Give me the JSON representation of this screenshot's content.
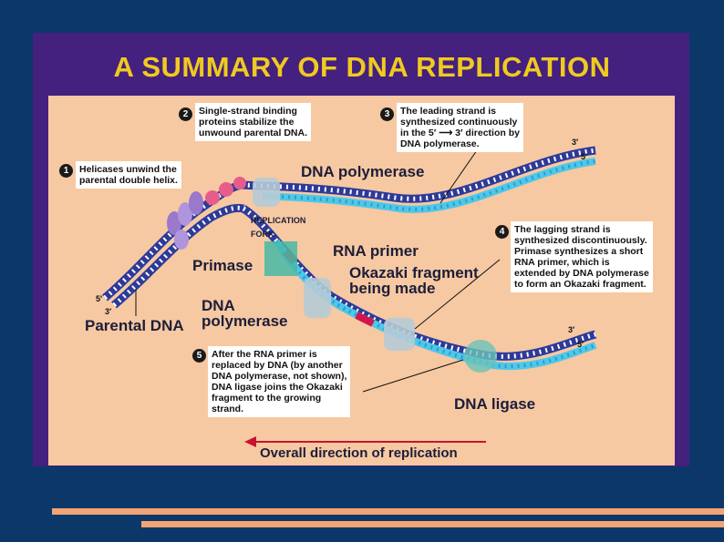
{
  "title": "A SUMMARY OF DNA REPLICATION",
  "colors": {
    "background": "#0b3868",
    "panel": "#44207f",
    "title": "#f0ca1e",
    "diagram_bg": "#f6c9a2",
    "parental_strand": "#2e3a9a",
    "new_strand": "#4fc7ea",
    "rna_primer": "#d2154b",
    "arrow": "#c8142f",
    "stripe": "#f2a475"
  },
  "steps": [
    {
      "number": "1",
      "text": "Helicases unwind the\nparental double helix."
    },
    {
      "number": "2",
      "text": "Single-strand binding\nproteins stabilize the\nunwound parental DNA."
    },
    {
      "number": "3",
      "text": "The leading strand is\nsynthesized continuously\nin the 5′ ⟶ 3′ direction by\nDNA polymerase."
    },
    {
      "number": "4",
      "text": "The lagging strand is\nsynthesized discontinuously.\nPrimase synthesizes a short\nRNA primer, which is\nextended by DNA polymerase\nto form an Okazaki fragment."
    },
    {
      "number": "5",
      "text": "After the RNA primer is\nreplaced by DNA (by another\nDNA polymerase, not shown),\nDNA ligase joins the Okazaki\nfragment to the growing\nstrand."
    }
  ],
  "labels": {
    "dna_polymerase_top": "DNA polymerase",
    "replication_fork": "Replication\nfork",
    "rna_primer": "RNA primer",
    "primase": "Primase",
    "okazaki": "Okazaki fragment\nbeing made",
    "dna_polymerase_lower": "DNA\npolymerase",
    "parental_dna": "Parental DNA",
    "dna_ligase": "DNA ligase",
    "direction": "Overall direction of replication"
  },
  "ends": {
    "top_3": "3′",
    "top_5": "5′",
    "left_5": "5′",
    "left_3": "3′",
    "right_3": "3′",
    "right_5": "5′"
  }
}
